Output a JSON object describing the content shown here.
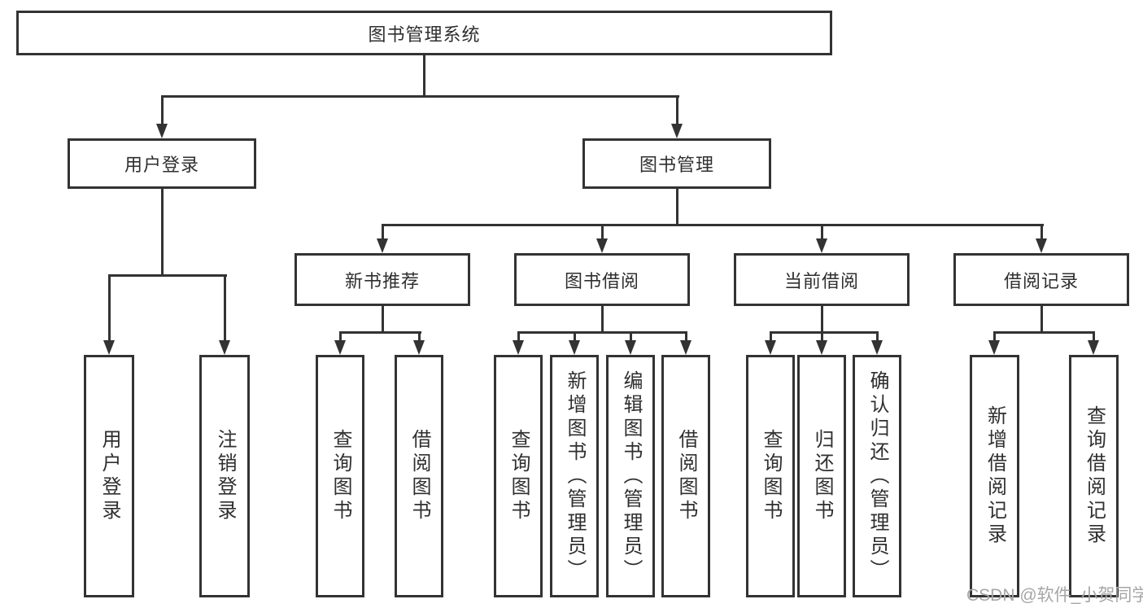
{
  "diagram": {
    "root": {
      "label": "图书管理系统"
    },
    "branches": [
      {
        "label": "用户登录",
        "children": [
          {
            "label": "用户登录"
          },
          {
            "label": "注销登录"
          }
        ]
      },
      {
        "label": "图书管理",
        "children": [
          {
            "label": "新书推荐",
            "children": [
              {
                "label": "查询图书"
              },
              {
                "label": "借阅图书"
              }
            ]
          },
          {
            "label": "图书借阅",
            "children": [
              {
                "label": "查询图书"
              },
              {
                "label": "新增图书（管理员）"
              },
              {
                "label": "编辑图书（管理员）"
              },
              {
                "label": "借阅图书"
              }
            ]
          },
          {
            "label": "当前借阅",
            "children": [
              {
                "label": "查询图书"
              },
              {
                "label": "归还图书"
              },
              {
                "label": "确认归还（管理员）"
              }
            ]
          },
          {
            "label": "借阅记录",
            "children": [
              {
                "label": "新增借阅记录"
              },
              {
                "label": "查询借阅记录"
              }
            ]
          }
        ]
      }
    ]
  },
  "watermark": {
    "text": "CSDN @软件_小贺同学",
    "color": "#a6a6a6"
  },
  "colors": {
    "line": "#333333",
    "text": "#2f2f2f",
    "background": "#ffffff"
  }
}
